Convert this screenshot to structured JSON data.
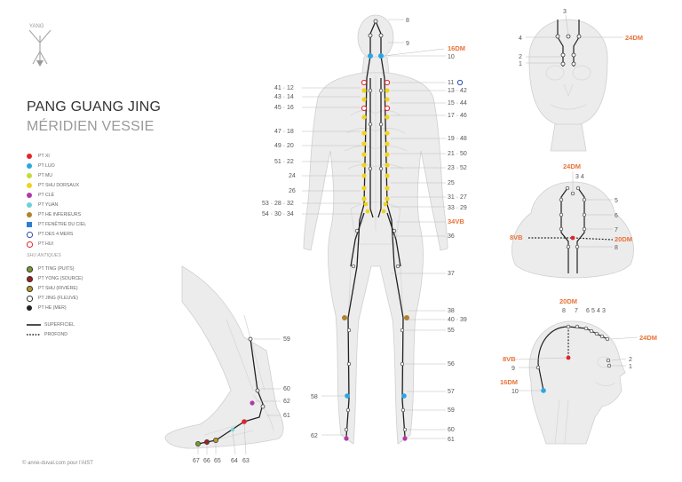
{
  "header": {
    "yang_label": "YANG",
    "title": "PANG GUANG JING",
    "subtitle": "MÉRIDIEN VESSIE"
  },
  "legend": {
    "points": [
      {
        "label": "PT XI",
        "color": "#e0262c",
        "style": "filled"
      },
      {
        "label": "PT LUO",
        "color": "#2aa7e0",
        "style": "filled"
      },
      {
        "label": "PT MU",
        "color": "#c8d93a",
        "style": "filled"
      },
      {
        "label": "PT SHU DORSAUX",
        "color": "#f2d21d",
        "style": "filled"
      },
      {
        "label": "PT CLÉ",
        "color": "#b23aa8",
        "style": "filled"
      },
      {
        "label": "PT YUAN",
        "color": "#6fd0d8",
        "style": "filled"
      },
      {
        "label": "PT HE INFERIEURS",
        "color": "#b0822e",
        "style": "filled"
      },
      {
        "label": "PT FENÊTRE DU CIEL",
        "color": "#2a7fd0",
        "style": "square"
      },
      {
        "label": "PT DES 4 MERS",
        "color": "#2a4fb0",
        "style": "ring"
      },
      {
        "label": "PT HUI",
        "color": "#e0262c",
        "style": "ring"
      }
    ],
    "antiques_heading": "SHU ANTIQUES",
    "antiques": [
      {
        "label": "PT TING (PUITS)",
        "color": "#7a9a2a"
      },
      {
        "label": "PT YONG (SOURCE)",
        "color": "#a02020"
      },
      {
        "label": "PT SHU (RIVIÈRE)",
        "color": "#b79a2a"
      },
      {
        "label": "PT JING (FLEUVE)",
        "color": "#ffffff"
      },
      {
        "label": "PT HE (MER)",
        "color": "#222222"
      }
    ],
    "lines": [
      {
        "label": "SUPERFICIEL",
        "style": "solid"
      },
      {
        "label": "PROFOND",
        "style": "dotted"
      }
    ]
  },
  "body_labels": {
    "left": [
      "41 · 12",
      "43 · 14",
      "45 · 16",
      "47 · 18",
      "49 · 20",
      "51 · 22",
      "24",
      "26",
      "53 · 28 · 32",
      "54 · 30 · 34"
    ],
    "right": [
      "8",
      "9",
      "10",
      "11",
      "13 · 42",
      "15 · 44",
      "17 · 46",
      "19 · 48",
      "21 · 50",
      "23 · 52",
      "25",
      "31 · 27",
      "33 · 29",
      "36",
      "37",
      "38",
      "40 · 39",
      "55",
      "56",
      "57",
      "59",
      "60",
      "61"
    ],
    "extra_left": [
      "58",
      "62"
    ],
    "red": [
      "16DM",
      "34VB"
    ]
  },
  "foot_labels": [
    "59",
    "60",
    "62",
    "61",
    "67",
    "66",
    "65",
    "64",
    "63"
  ],
  "head_front_labels": [
    "3",
    "4",
    "2",
    "1",
    "24DM"
  ],
  "head_top_labels": [
    "3 4",
    "5",
    "6",
    "7",
    "8",
    "24DM",
    "8VB",
    "20DM"
  ],
  "head_side_labels": [
    "8",
    "7",
    "6",
    "5",
    "4",
    "3",
    "9",
    "10",
    "2",
    "1",
    "20DM",
    "24DM",
    "8VB",
    "16DM"
  ],
  "copyright": "© anne-duval.com pour l'AIST"
}
